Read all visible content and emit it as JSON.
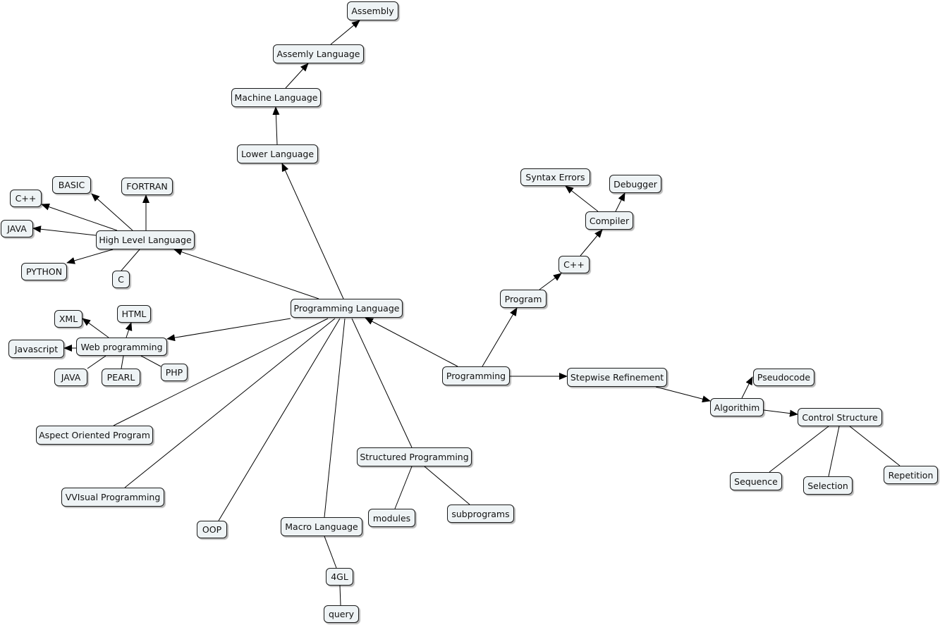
{
  "nodes": [
    {
      "id": "assembly",
      "label": "Assembly"
    },
    {
      "id": "assemly_language",
      "label": "Assemly Language"
    },
    {
      "id": "machine_language",
      "label": "Machine Language"
    },
    {
      "id": "lower_language",
      "label": "Lower Language"
    },
    {
      "id": "basic",
      "label": "BASIC"
    },
    {
      "id": "fortran",
      "label": "FORTRAN"
    },
    {
      "id": "cpp_hl",
      "label": "C++"
    },
    {
      "id": "java_hl",
      "label": "JAVA"
    },
    {
      "id": "high_level_language",
      "label": "High Level Language"
    },
    {
      "id": "python",
      "label": "PYTHON"
    },
    {
      "id": "c",
      "label": "C"
    },
    {
      "id": "syntax_errors",
      "label": "Syntax Errors"
    },
    {
      "id": "debugger",
      "label": "Debugger"
    },
    {
      "id": "compiler",
      "label": "Compiler"
    },
    {
      "id": "cpp_prog",
      "label": "C++"
    },
    {
      "id": "program",
      "label": "Program"
    },
    {
      "id": "programming_language",
      "label": "Programming Language"
    },
    {
      "id": "xml",
      "label": "XML"
    },
    {
      "id": "html",
      "label": "HTML"
    },
    {
      "id": "javascript",
      "label": "Javascript"
    },
    {
      "id": "web_programming",
      "label": "Web programming"
    },
    {
      "id": "java_web",
      "label": "JAVA"
    },
    {
      "id": "pearl",
      "label": "PEARL"
    },
    {
      "id": "php",
      "label": "PHP"
    },
    {
      "id": "programming",
      "label": "Programming"
    },
    {
      "id": "stepwise_refinement",
      "label": "Stepwise Refinement"
    },
    {
      "id": "pseudocode",
      "label": "Pseudocode"
    },
    {
      "id": "algorithim",
      "label": "Algorithim"
    },
    {
      "id": "control_structure",
      "label": "Control Structure"
    },
    {
      "id": "aspect_oriented_program",
      "label": "Aspect Oriented Program"
    },
    {
      "id": "structured_programming",
      "label": "Structured Programming"
    },
    {
      "id": "sequence",
      "label": "Sequence"
    },
    {
      "id": "selection",
      "label": "Selection"
    },
    {
      "id": "repetition",
      "label": "Repetition"
    },
    {
      "id": "vvisual_programming",
      "label": "VVIsual Programming"
    },
    {
      "id": "modules",
      "label": "modules"
    },
    {
      "id": "subprograms",
      "label": "subprograms"
    },
    {
      "id": "oop",
      "label": "OOP"
    },
    {
      "id": "macro_language",
      "label": "Macro Language"
    },
    {
      "id": "fourgl",
      "label": "4GL"
    },
    {
      "id": "query",
      "label": "query"
    }
  ],
  "edges": [
    {
      "from": "assemly_language",
      "to": "assembly",
      "arrow": true
    },
    {
      "from": "machine_language",
      "to": "assemly_language",
      "arrow": true
    },
    {
      "from": "lower_language",
      "to": "machine_language",
      "arrow": true
    },
    {
      "from": "programming_language",
      "to": "lower_language",
      "arrow": true
    },
    {
      "from": "programming_language",
      "to": "high_level_language",
      "arrow": true
    },
    {
      "from": "high_level_language",
      "to": "cpp_hl",
      "arrow": true
    },
    {
      "from": "high_level_language",
      "to": "basic",
      "arrow": true
    },
    {
      "from": "high_level_language",
      "to": "fortran",
      "arrow": true
    },
    {
      "from": "high_level_language",
      "to": "java_hl",
      "arrow": true
    },
    {
      "from": "high_level_language",
      "to": "python",
      "arrow": true
    },
    {
      "from": "c",
      "to": "high_level_language",
      "arrow": false
    },
    {
      "from": "programming_language",
      "to": "web_programming",
      "arrow": true
    },
    {
      "from": "web_programming",
      "to": "xml",
      "arrow": true
    },
    {
      "from": "web_programming",
      "to": "html",
      "arrow": true
    },
    {
      "from": "web_programming",
      "to": "javascript",
      "arrow": true
    },
    {
      "from": "java_web",
      "to": "web_programming",
      "arrow": false
    },
    {
      "from": "pearl",
      "to": "web_programming",
      "arrow": false
    },
    {
      "from": "php",
      "to": "web_programming",
      "arrow": false
    },
    {
      "from": "programming",
      "to": "programming_language",
      "arrow": true
    },
    {
      "from": "programming",
      "to": "program",
      "arrow": true
    },
    {
      "from": "program",
      "to": "cpp_prog",
      "arrow": true
    },
    {
      "from": "cpp_prog",
      "to": "compiler",
      "arrow": true
    },
    {
      "from": "compiler",
      "to": "syntax_errors",
      "arrow": true
    },
    {
      "from": "compiler",
      "to": "debugger",
      "arrow": true
    },
    {
      "from": "programming",
      "to": "stepwise_refinement",
      "arrow": true
    },
    {
      "from": "stepwise_refinement",
      "to": "algorithim",
      "arrow": true
    },
    {
      "from": "algorithim",
      "to": "pseudocode",
      "arrow": true
    },
    {
      "from": "algorithim",
      "to": "control_structure",
      "arrow": true
    },
    {
      "from": "control_structure",
      "to": "sequence",
      "arrow": false
    },
    {
      "from": "control_structure",
      "to": "selection",
      "arrow": false
    },
    {
      "from": "control_structure",
      "to": "repetition",
      "arrow": false
    },
    {
      "from": "programming_language",
      "to": "aspect_oriented_program",
      "arrow": false
    },
    {
      "from": "programming_language",
      "to": "vvisual_programming",
      "arrow": false
    },
    {
      "from": "programming_language",
      "to": "oop",
      "arrow": false
    },
    {
      "from": "programming_language",
      "to": "macro_language",
      "arrow": false
    },
    {
      "from": "programming_language",
      "to": "structured_programming",
      "arrow": false
    },
    {
      "from": "structured_programming",
      "to": "modules",
      "arrow": false
    },
    {
      "from": "structured_programming",
      "to": "subprograms",
      "arrow": false
    },
    {
      "from": "macro_language",
      "to": "fourgl",
      "arrow": false
    },
    {
      "from": "fourgl",
      "to": "query",
      "arrow": false
    }
  ]
}
